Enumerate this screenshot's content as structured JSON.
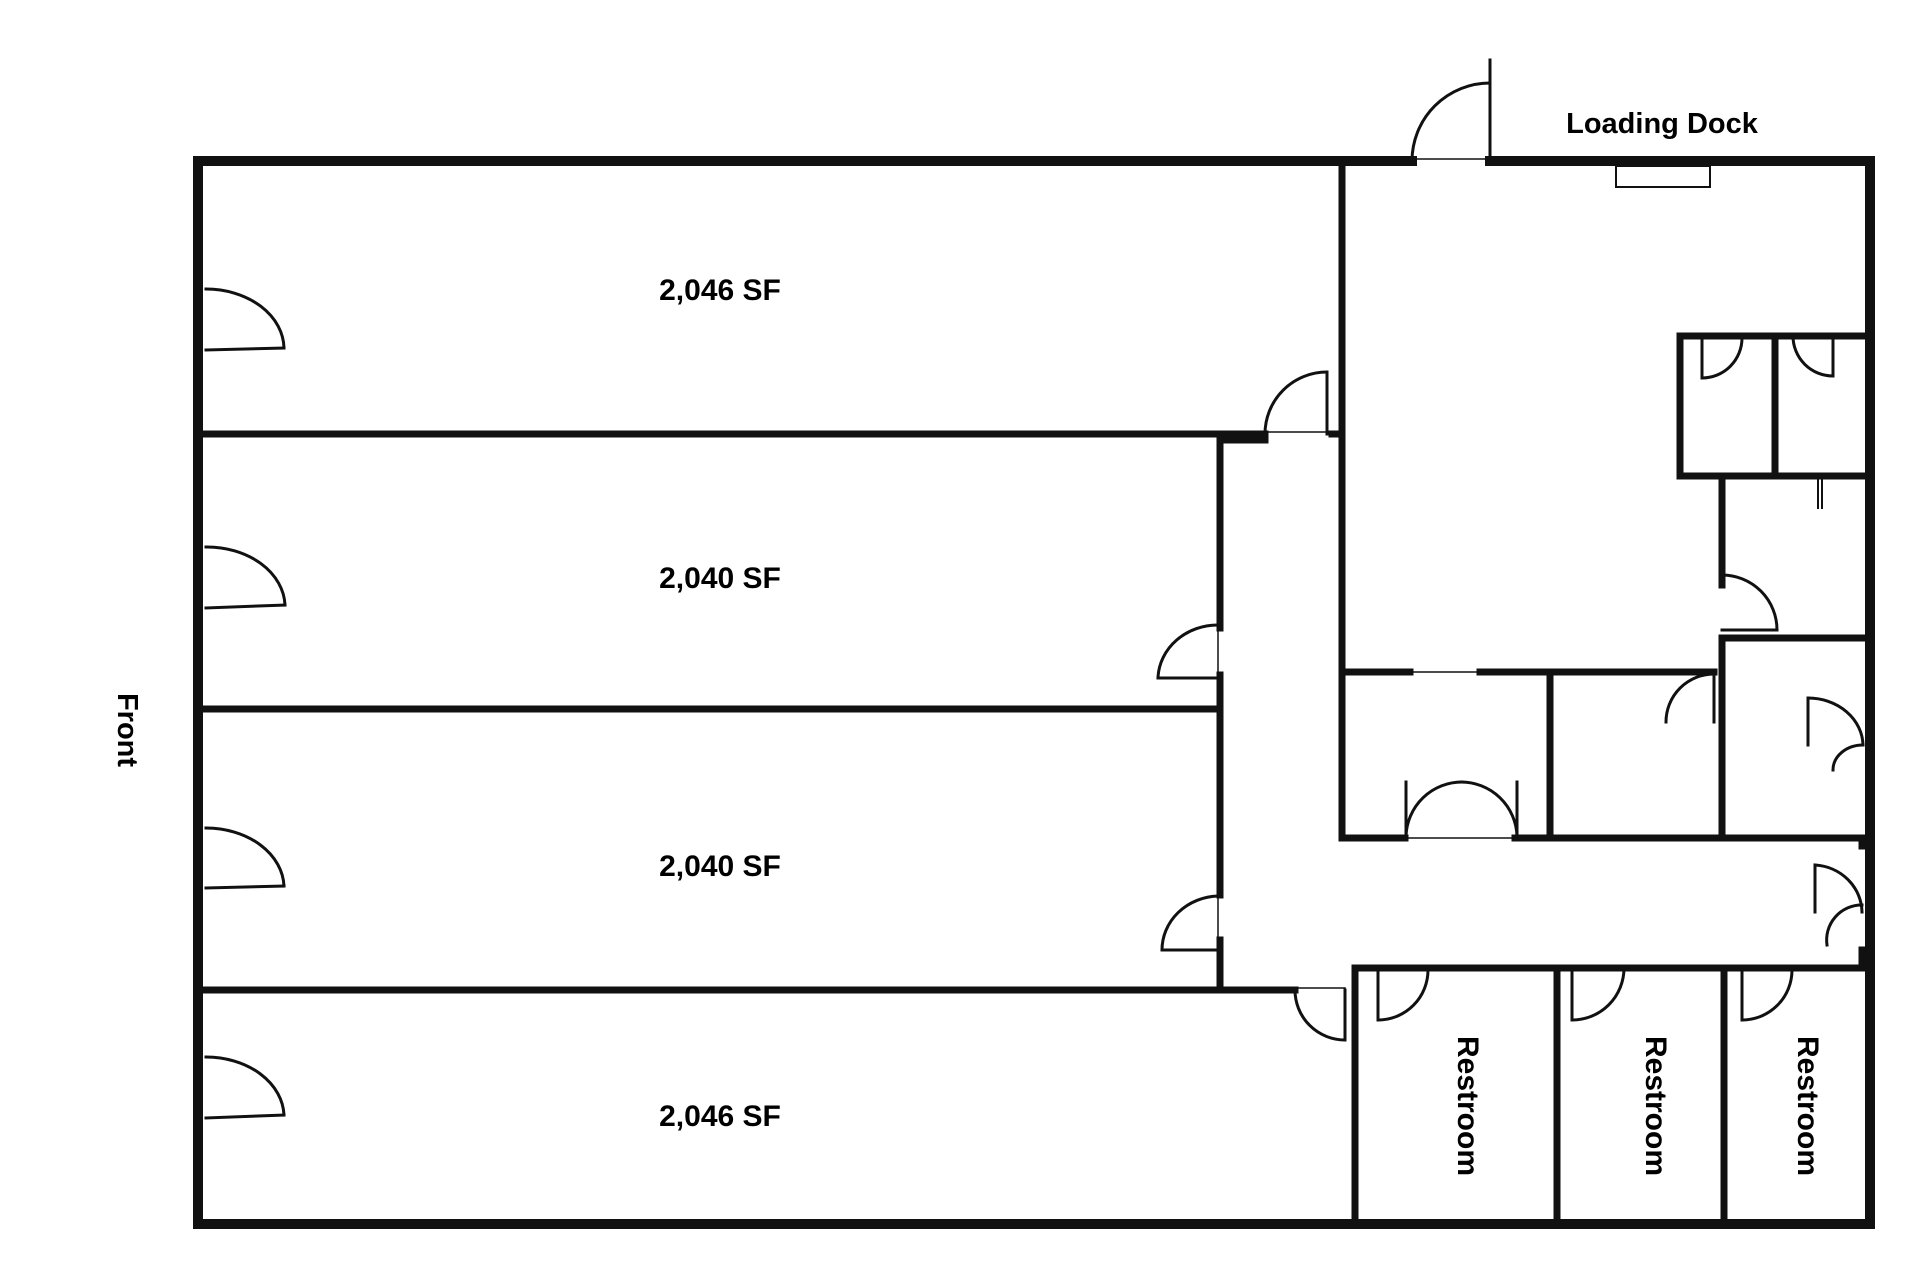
{
  "labels": {
    "loading_dock": "Loading Dock",
    "front": "Front",
    "suite_1": "2,046 SF",
    "suite_2": "2,040 SF",
    "suite_3": "2,040 SF",
    "suite_4": "2,046 SF",
    "restroom_1": "Restroom",
    "restroom_2": "Restroom",
    "restroom_3": "Restroom"
  },
  "colors": {
    "wall": "#111111",
    "background": "#ffffff"
  }
}
